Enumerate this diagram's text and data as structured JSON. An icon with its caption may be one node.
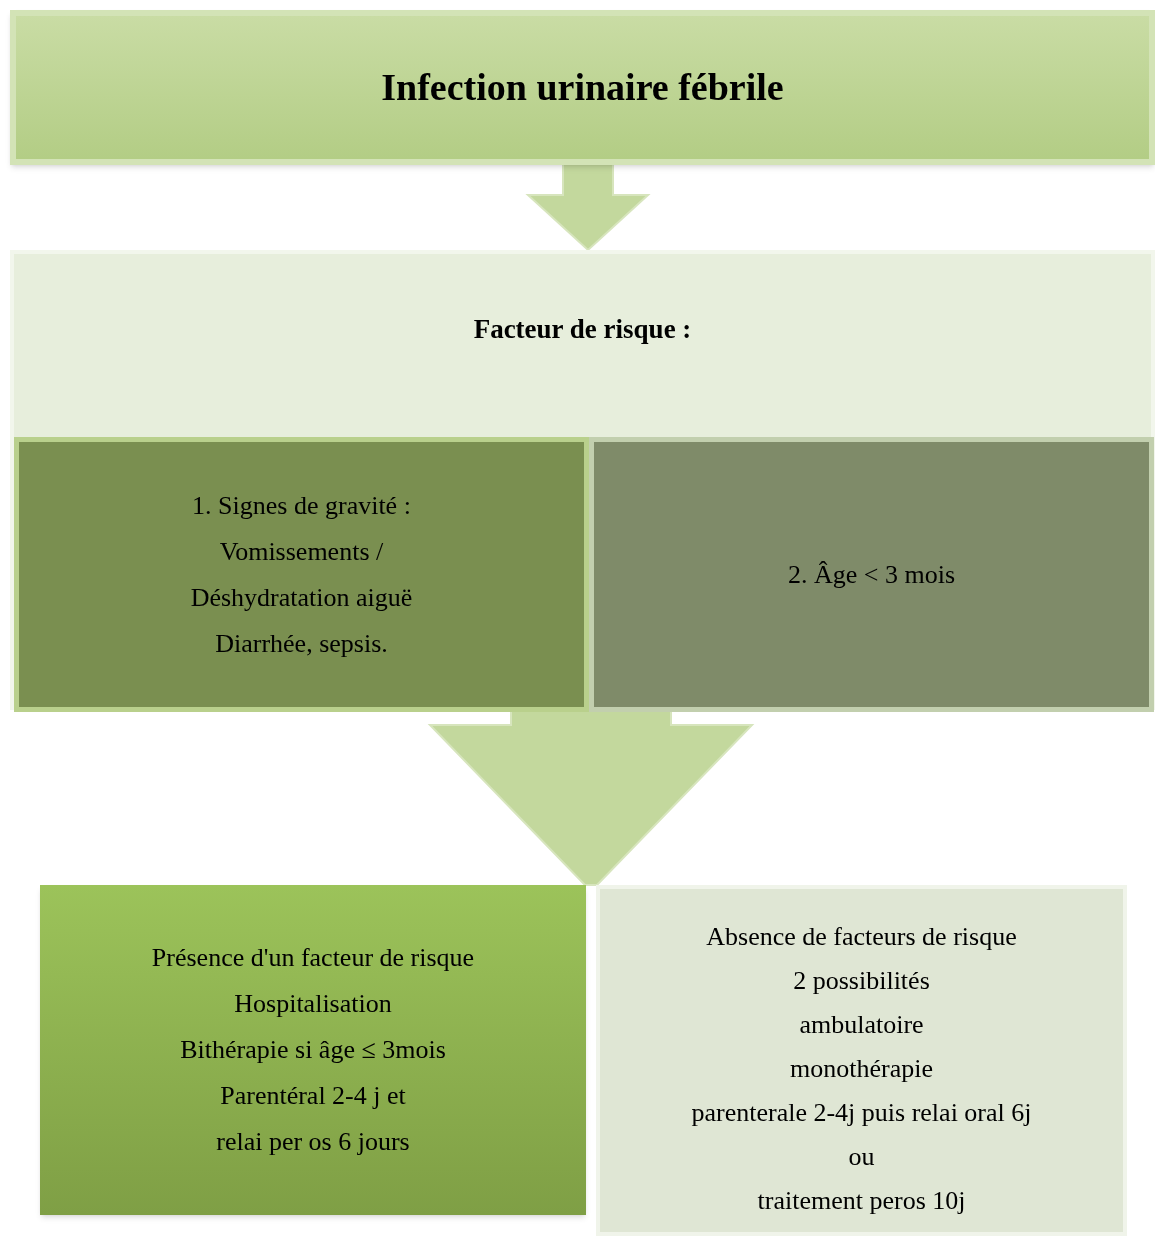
{
  "diagram": {
    "nodes": [
      {
        "text": [
          "Infection urinaire fébrile"
        ]
      },
      {
        "text": [
          "Facteur de risque :"
        ]
      },
      {
        "text": [
          "1. Signes de gravité :",
          "Vomissements /",
          "Déshydratation aiguë",
          "Diarrhée, sepsis."
        ],
        "in": 1
      },
      {
        "text": [
          "2. Âge < 3 mois"
        ],
        "in": 1
      },
      {
        "text": [
          "Présence d'un facteur de risque",
          "Hospitalisation",
          "Bithérapie si âge ≤ 3mois",
          "Parentéral 2-4 j et",
          "relai per os 6 jours"
        ]
      },
      {
        "text": [
          "Absence de facteurs de risque",
          "2 possibilités",
          "ambulatoire",
          "monothérapie",
          "parenterale 2-4j puis relai oral 6j",
          "ou",
          "traitement peros 10j"
        ]
      }
    ],
    "edges": [
      {
        "from": 0,
        "to": 1,
        "arrow": "to",
        "style": "thick"
      },
      {
        "from": 1,
        "to": 4,
        "arrow": "to",
        "style": "thick"
      },
      {
        "from": 1,
        "to": 5,
        "arrow": "to",
        "style": "thick"
      }
    ]
  }
}
